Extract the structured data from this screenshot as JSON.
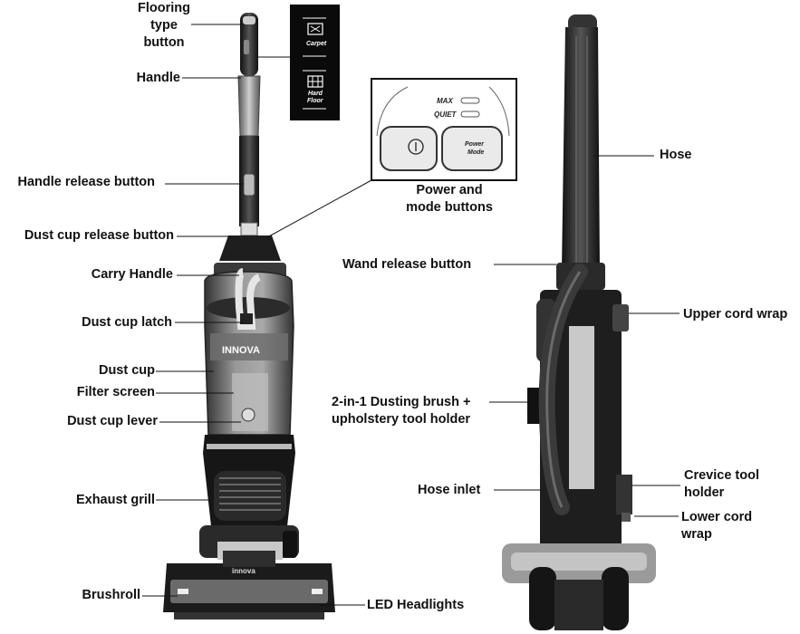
{
  "diagram": {
    "labels": {
      "flooring_type_button": [
        "Flooring",
        "type",
        "button"
      ],
      "handle": "Handle",
      "handle_release_button": "Handle release button",
      "dust_cup_release_button": "Dust cup release button",
      "carry_handle": "Carry Handle",
      "dust_cup_latch": "Dust cup latch",
      "dust_cup": "Dust cup",
      "filter_screen": "Filter screen",
      "dust_cup_lever": "Dust cup lever",
      "exhaust_grill": "Exhaust grill",
      "brushroll": "Brushroll",
      "led_headlights": "LED Headlights",
      "power_and_mode_buttons": [
        "Power and",
        "mode buttons"
      ],
      "wand_release_button": "Wand release button",
      "hose": "Hose",
      "upper_cord_wrap": "Upper cord wrap",
      "dusting_brush_holder": [
        "2-in-1 Dusting brush +",
        "upholstery tool holder"
      ],
      "hose_inlet": "Hose inlet",
      "crevice_tool_holder": [
        "Crevice tool",
        "holder"
      ],
      "lower_cord_wrap": [
        "Lower cord",
        "wrap"
      ]
    },
    "floor_inset": {
      "carpet": "Carpet",
      "hard_floor": [
        "Hard",
        "Floor"
      ]
    },
    "control_inset": {
      "max": "MAX",
      "quiet": "QUIET",
      "power_mode": [
        "Power",
        "Mode"
      ]
    },
    "brand_text": {
      "body": "INNOVA",
      "base": "innova"
    }
  }
}
